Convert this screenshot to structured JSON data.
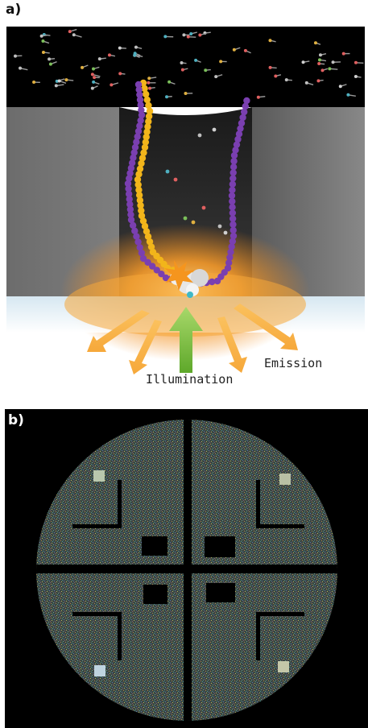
{
  "panel_a": {
    "label": "a)",
    "illumination_label": "Illumination",
    "emission_label": "Emission"
  },
  "panel_b": {
    "label": "b)"
  },
  "colors": {
    "dna_strand_1": "#f2b51a",
    "dna_strand_2": "#7a3fb0",
    "illumination_arrow": "#8cc63f",
    "emission_arrow": "#f6a83a",
    "well_glow": "#f08a1c",
    "background_dark": "#000000"
  }
}
